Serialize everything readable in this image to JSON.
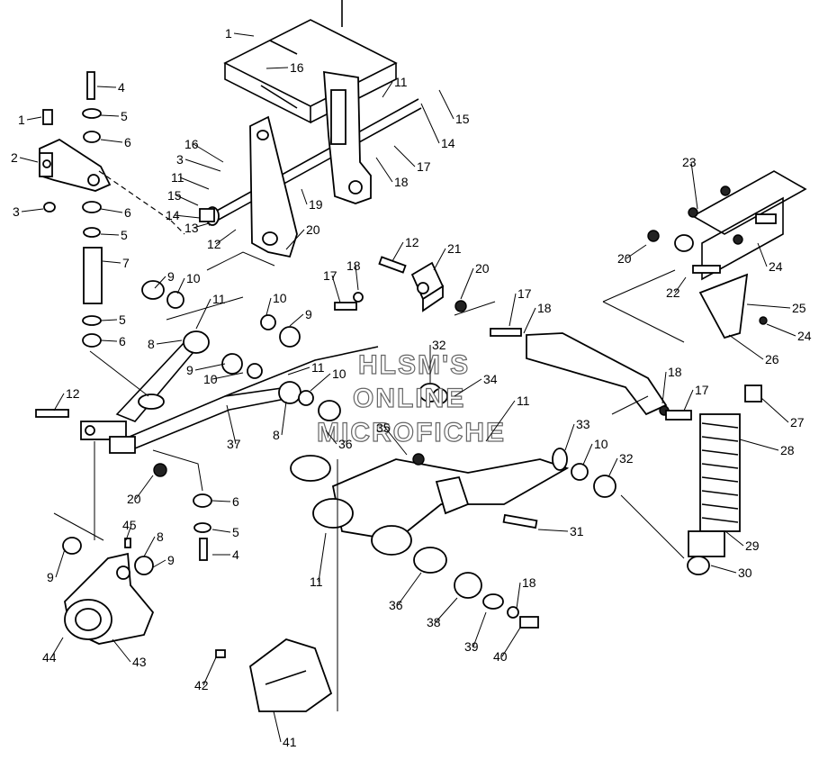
{
  "watermark": {
    "line1": "HLSM'S",
    "line2": "ONLINE",
    "line3": "MICROFICHE"
  },
  "callouts": [
    {
      "id": "c-1a",
      "text": "1"
    },
    {
      "id": "c-16a",
      "text": "16"
    },
    {
      "id": "c-4a",
      "text": "4"
    },
    {
      "id": "c-1b",
      "text": "1"
    },
    {
      "id": "c-5a",
      "text": "5"
    },
    {
      "id": "c-2",
      "text": "2"
    },
    {
      "id": "c-6a",
      "text": "6"
    },
    {
      "id": "c-11a",
      "text": "11"
    },
    {
      "id": "c-15a",
      "text": "15"
    },
    {
      "id": "c-14a",
      "text": "14"
    },
    {
      "id": "c-17a",
      "text": "17"
    },
    {
      "id": "c-16b",
      "text": "16"
    },
    {
      "id": "c-3a",
      "text": "3"
    },
    {
      "id": "c-11b",
      "text": "11"
    },
    {
      "id": "c-18a",
      "text": "18"
    },
    {
      "id": "c-15b",
      "text": "15"
    },
    {
      "id": "c-19",
      "text": "19"
    },
    {
      "id": "c-3b",
      "text": "3"
    },
    {
      "id": "c-14b",
      "text": "14"
    },
    {
      "id": "c-6b",
      "text": "6"
    },
    {
      "id": "c-13",
      "text": "13"
    },
    {
      "id": "c-20a",
      "text": "20"
    },
    {
      "id": "c-12a",
      "text": "12"
    },
    {
      "id": "c-5b",
      "text": "5"
    },
    {
      "id": "c-7",
      "text": "7"
    },
    {
      "id": "c-12b",
      "text": "12"
    },
    {
      "id": "c-21",
      "text": "21"
    },
    {
      "id": "c-20b",
      "text": "20"
    },
    {
      "id": "c-18b",
      "text": "18"
    },
    {
      "id": "c-17b",
      "text": "17"
    },
    {
      "id": "c-9a",
      "text": "9"
    },
    {
      "id": "c-10a",
      "text": "10"
    },
    {
      "id": "c-11c",
      "text": "11"
    },
    {
      "id": "c-10b",
      "text": "10"
    },
    {
      "id": "c-9b",
      "text": "9"
    },
    {
      "id": "c-5c",
      "text": "5"
    },
    {
      "id": "c-6c",
      "text": "6"
    },
    {
      "id": "c-8a",
      "text": "8"
    },
    {
      "id": "c-9c",
      "text": "9"
    },
    {
      "id": "c-11d",
      "text": "11"
    },
    {
      "id": "c-10c",
      "text": "10"
    },
    {
      "id": "c-10d",
      "text": "10"
    },
    {
      "id": "c-32a",
      "text": "32"
    },
    {
      "id": "c-34",
      "text": "34"
    },
    {
      "id": "c-12c",
      "text": "12"
    },
    {
      "id": "c-8b",
      "text": "8"
    },
    {
      "id": "c-37",
      "text": "37"
    },
    {
      "id": "c-36a",
      "text": "36"
    },
    {
      "id": "c-35",
      "text": "35"
    },
    {
      "id": "c-11e",
      "text": "11"
    },
    {
      "id": "c-33",
      "text": "33"
    },
    {
      "id": "c-10e",
      "text": "10"
    },
    {
      "id": "c-32b",
      "text": "32"
    },
    {
      "id": "c-20c",
      "text": "20"
    },
    {
      "id": "c-6d",
      "text": "6"
    },
    {
      "id": "c-5d",
      "text": "5"
    },
    {
      "id": "c-4b",
      "text": "4"
    },
    {
      "id": "c-45",
      "text": "45"
    },
    {
      "id": "c-8c",
      "text": "8"
    },
    {
      "id": "c-9d",
      "text": "9"
    },
    {
      "id": "c-9e",
      "text": "9"
    },
    {
      "id": "c-44",
      "text": "44"
    },
    {
      "id": "c-43",
      "text": "43"
    },
    {
      "id": "c-42",
      "text": "42"
    },
    {
      "id": "c-41",
      "text": "41"
    },
    {
      "id": "c-11f",
      "text": "11"
    },
    {
      "id": "c-36b",
      "text": "36"
    },
    {
      "id": "c-31",
      "text": "31"
    },
    {
      "id": "c-38",
      "text": "38"
    },
    {
      "id": "c-18c",
      "text": "18"
    },
    {
      "id": "c-39",
      "text": "39"
    },
    {
      "id": "c-40",
      "text": "40"
    },
    {
      "id": "c-23",
      "text": "23"
    },
    {
      "id": "c-20d",
      "text": "20"
    },
    {
      "id": "c-24a",
      "text": "24"
    },
    {
      "id": "c-22",
      "text": "22"
    },
    {
      "id": "c-25",
      "text": "25"
    },
    {
      "id": "c-24b",
      "text": "24"
    },
    {
      "id": "c-26",
      "text": "26"
    },
    {
      "id": "c-17c",
      "text": "17"
    },
    {
      "id": "c-18d",
      "text": "18"
    },
    {
      "id": "c-18e",
      "text": "18"
    },
    {
      "id": "c-17d",
      "text": "17"
    },
    {
      "id": "c-27",
      "text": "27"
    },
    {
      "id": "c-28",
      "text": "28"
    },
    {
      "id": "c-29",
      "text": "29"
    },
    {
      "id": "c-30",
      "text": "30"
    }
  ]
}
